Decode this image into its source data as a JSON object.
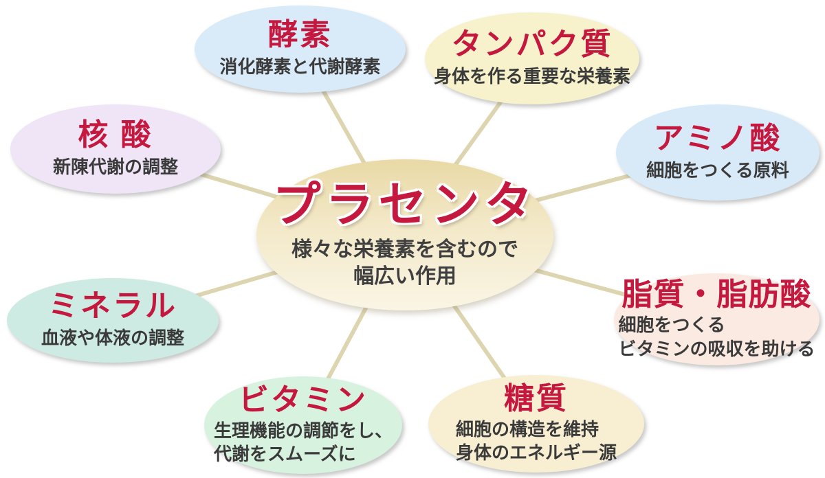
{
  "diagram": {
    "language": "ja",
    "center": {
      "title": "プラセンタ",
      "subtitle_line1": "様々な栄養素を含むので",
      "subtitle_line2": "幅広い作用"
    },
    "nodes": [
      {
        "id": "enzyme",
        "title": "酵素",
        "lines": [
          "消化酵素と代謝酵素"
        ],
        "fill": "#d9eaf8"
      },
      {
        "id": "protein",
        "title": "タンパク質",
        "lines": [
          "身体を作る重要な栄養素"
        ],
        "fill": "#f7f2cb"
      },
      {
        "id": "nucleic-acid",
        "title": "核 酸",
        "lines": [
          "新陳代謝の調整"
        ],
        "fill": "#efe5f6"
      },
      {
        "id": "amino-acid",
        "title": "アミノ酸",
        "lines": [
          "細胞をつくる原料"
        ],
        "fill": "#d8eaf8"
      },
      {
        "id": "mineral",
        "title": "ミネラル",
        "lines": [
          "血液や体液の調整"
        ],
        "fill": "#cdebe2"
      },
      {
        "id": "lipid",
        "title": "脂質・脂肪酸",
        "lines": [
          "細胞をつくる",
          "ビタミンの吸収を助ける"
        ],
        "fill": "#fbeae1"
      },
      {
        "id": "vitamin",
        "title": "ビタミン",
        "lines": [
          "生理機能の調節をし、",
          "代謝をスムーズに"
        ],
        "fill": "#d8f2e0"
      },
      {
        "id": "carbohydrate",
        "title": "糖質",
        "lines": [
          "細胞の構造を維持",
          "身体のエネルギー源"
        ],
        "fill": "#f8efd3"
      }
    ],
    "colors": {
      "title_red": "#c4183f",
      "subtitle_gray": "#3a3a3a",
      "connector_tan": "#ddd5b0",
      "center_gradient_top": "#e9d9a6",
      "center_gradient_bottom": "#faf5e4"
    }
  }
}
